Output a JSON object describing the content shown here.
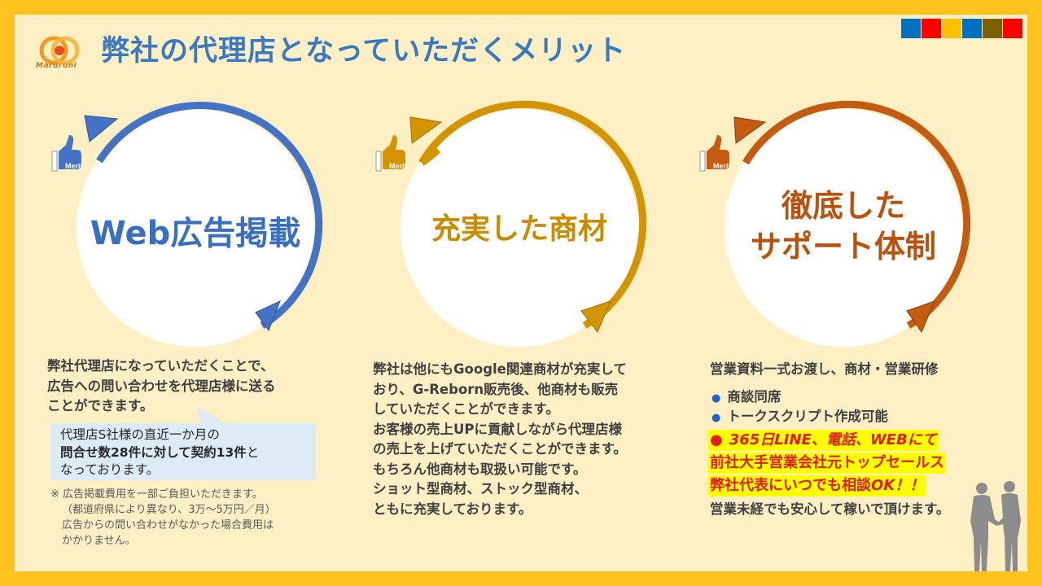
{
  "header": {
    "logo_text": "Maruruni",
    "title": "弊社の代理店となっていただくメリット",
    "swatch_colors": [
      "#0070C0",
      "#FF0000",
      "#FFC000",
      "#0070C0",
      "#7F6000",
      "#FF0000"
    ]
  },
  "merit_badge": "Merit",
  "merits": [
    {
      "color": "#4472C4",
      "label_lines": [
        "Web広告掲載"
      ],
      "description": [
        "弊社代理店になっていただくことで、",
        "広告への問い合わせを代理店様に送る",
        "ことができます。"
      ],
      "callout": {
        "line1": "代理店S社様の直近一か月の",
        "line2_bold": "問合せ数28件に対して契約13件",
        "line2_rest": "と",
        "line3": "なっております。"
      },
      "note": [
        "※ 広告掲載費用を一部ご負担いただきます。",
        "（都道府県により異なり、3万〜5万円／月）",
        "広告からの問い合わせがなかった場合費用は",
        "かかりません。"
      ]
    },
    {
      "color": "#D39400",
      "label_lines": [
        "充実した商材"
      ],
      "description": [
        "弊社は他にもGoogle関連商材が充実して",
        "おり、G-Reborn販売後、他商材も販売",
        "していただくことができます。",
        "お客様の売上UPに貢献しながら代理店様",
        "の売上を上げていただくことができます。",
        "もちろん他商材も取扱い可能です。",
        "ショット型商材、ストック型商材、",
        "ともに充実しております。"
      ]
    },
    {
      "color": "#C55A11",
      "label_lines": [
        "徹底した",
        "サポート体制"
      ],
      "description": [
        "営業資料一式お渡し、商材・営業研修"
      ],
      "bullets": [
        "商談同席",
        "トークスクリプト作成可能"
      ],
      "highlight": {
        "line1_bullet": "●",
        "line1": "365日LINE、電話、WEBにて",
        "line2": "前社大手営業会社元トップセールス",
        "line3_bold": "弊社代表にいつでも相談",
        "line3_italic": "OK！！"
      },
      "closing": "営業未経でも安心して稼いで頂けます。"
    }
  ]
}
